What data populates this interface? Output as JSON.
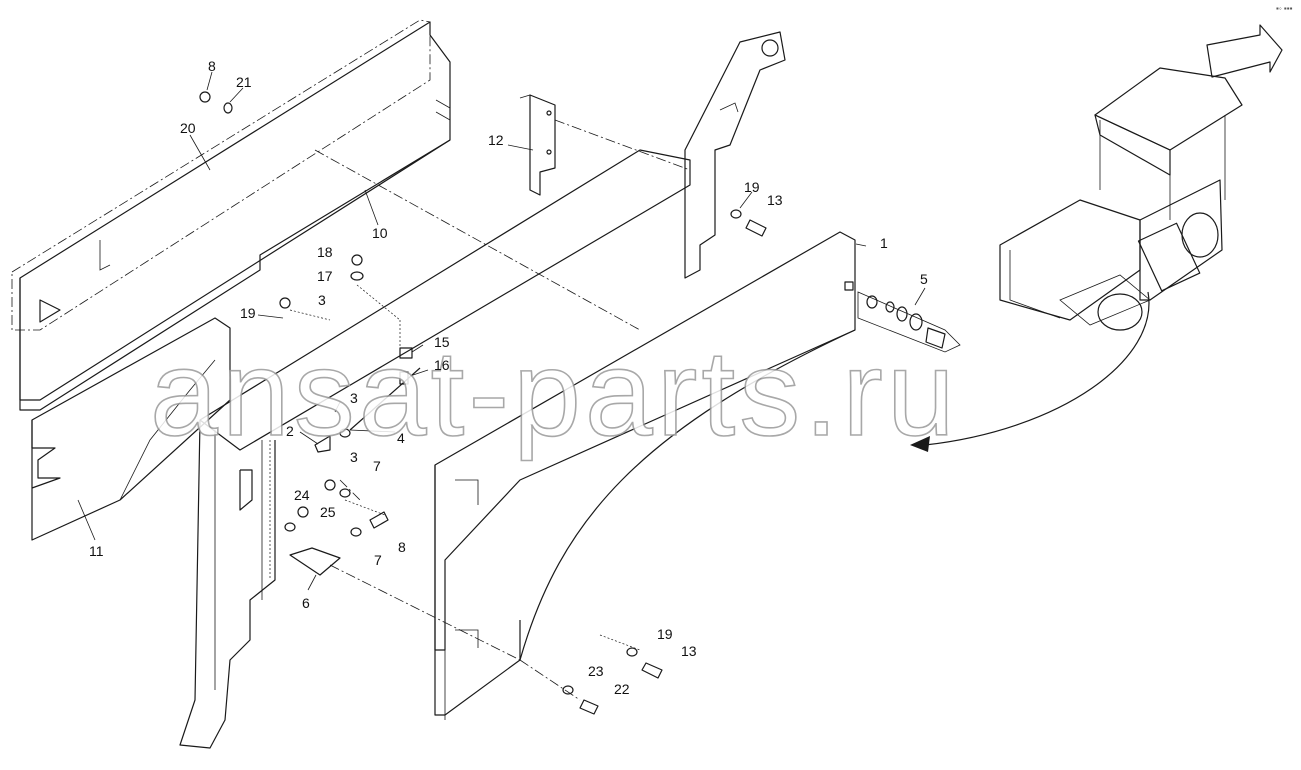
{
  "diagram": {
    "corner_text": "▪◦ ▪▪▪",
    "watermark": "ansat-parts.ru",
    "callouts": [
      {
        "id": "c8a",
        "text": "8"
      },
      {
        "id": "c21",
        "text": "21"
      },
      {
        "id": "c20",
        "text": "20"
      },
      {
        "id": "c10",
        "text": "10"
      },
      {
        "id": "c12",
        "text": "12"
      },
      {
        "id": "c19a",
        "text": "19"
      },
      {
        "id": "c13a",
        "text": "13"
      },
      {
        "id": "c1",
        "text": "1"
      },
      {
        "id": "c18",
        "text": "18"
      },
      {
        "id": "c17",
        "text": "17"
      },
      {
        "id": "c5",
        "text": "5"
      },
      {
        "id": "c19b",
        "text": "19"
      },
      {
        "id": "c3a",
        "text": "3"
      },
      {
        "id": "c15",
        "text": "15"
      },
      {
        "id": "c16",
        "text": "16"
      },
      {
        "id": "c3b",
        "text": "3"
      },
      {
        "id": "c2",
        "text": "2"
      },
      {
        "id": "c4",
        "text": "4"
      },
      {
        "id": "c3c",
        "text": "3"
      },
      {
        "id": "c7a",
        "text": "7"
      },
      {
        "id": "c24",
        "text": "24"
      },
      {
        "id": "c25",
        "text": "25"
      },
      {
        "id": "c8b",
        "text": "8"
      },
      {
        "id": "c7b",
        "text": "7"
      },
      {
        "id": "c11",
        "text": "11"
      },
      {
        "id": "c6",
        "text": "6"
      },
      {
        "id": "c19c",
        "text": "19"
      },
      {
        "id": "c13b",
        "text": "13"
      },
      {
        "id": "c23",
        "text": "23"
      },
      {
        "id": "c22",
        "text": "22"
      }
    ]
  }
}
